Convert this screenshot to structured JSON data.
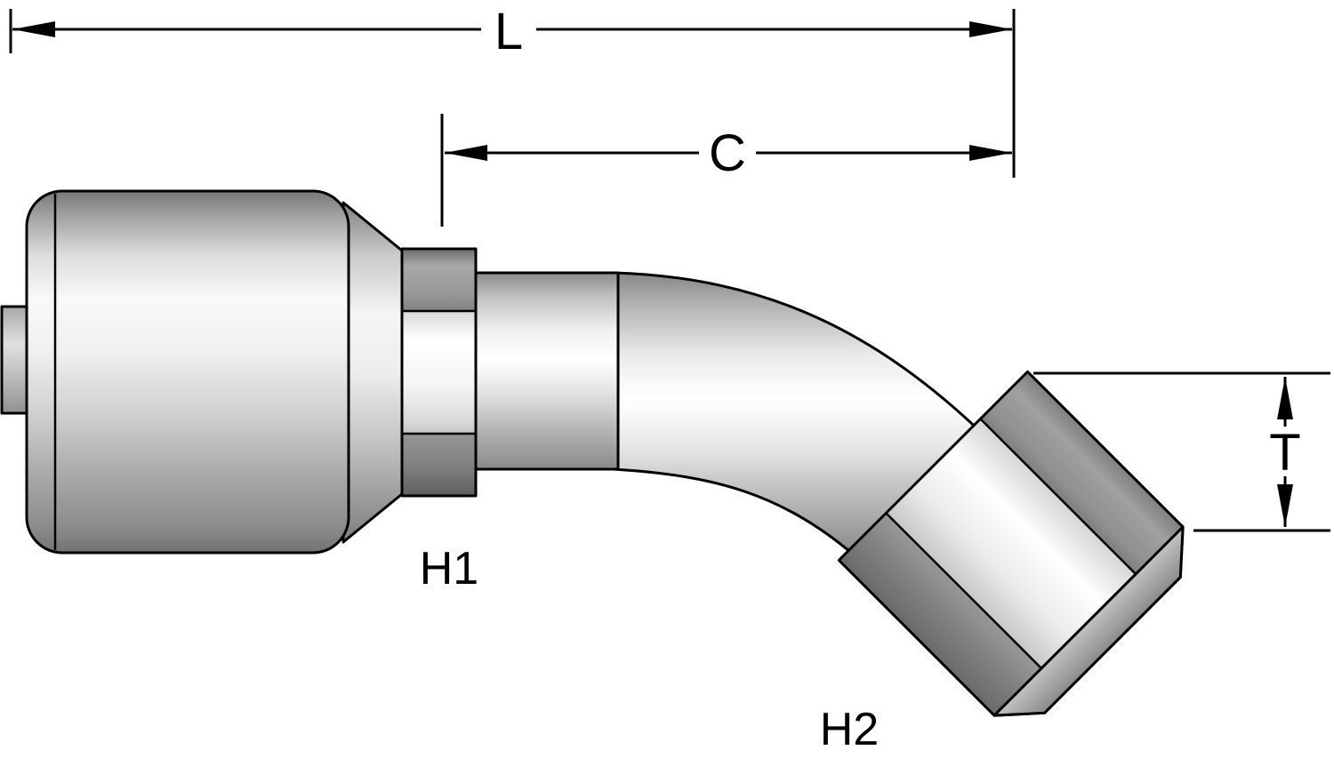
{
  "diagram": {
    "background": "#ffffff",
    "line_color": "#000000",
    "metal_highlight": "#ffffff",
    "metal_mid": "#c8c8c8",
    "metal_shadow": "#6a6a6a",
    "labels": {
      "overall_length": "L",
      "cutoff_length": "C",
      "nut_height": "T",
      "hex_crimp": "H1",
      "hex_nut": "H2"
    }
  }
}
